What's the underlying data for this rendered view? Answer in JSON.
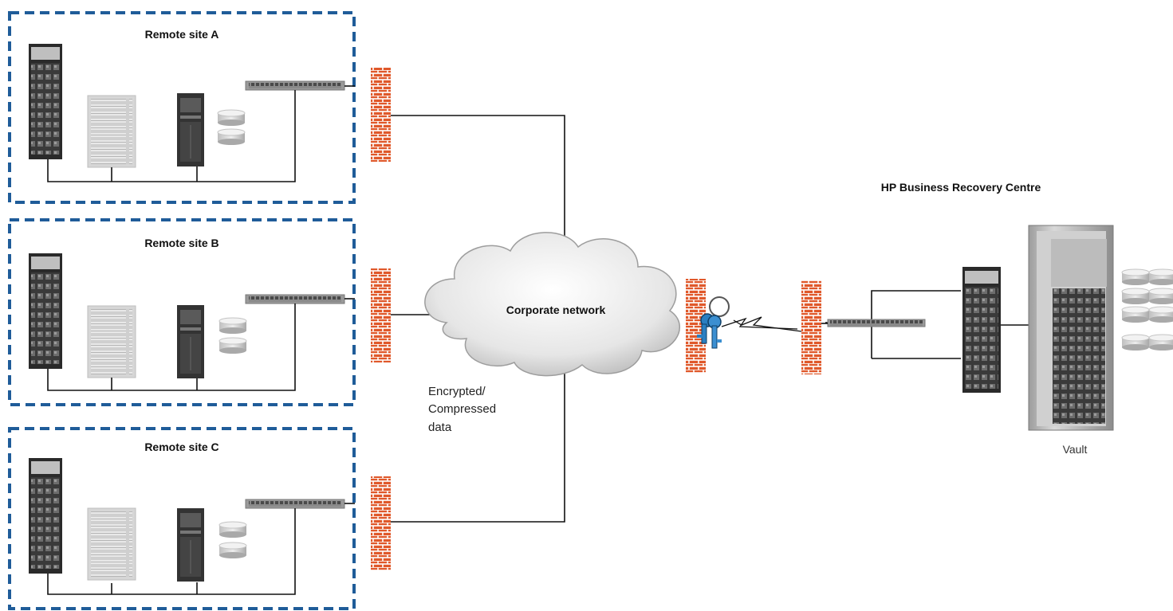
{
  "sites": [
    {
      "label": "Remote site A"
    },
    {
      "label": "Remote site B"
    },
    {
      "label": "Remote site C"
    }
  ],
  "network": {
    "label": "Corporate network"
  },
  "annotation": {
    "lines": [
      "Encrypted/",
      "Compressed",
      "data"
    ]
  },
  "recovery_centre": {
    "title": "HP Business Recovery Centre",
    "vault_label": "Vault"
  },
  "colors": {
    "site_border": "#1f5c99",
    "firewall": "#e0582a",
    "key": "#2a7fc1",
    "line": "#111111"
  },
  "icons": [
    "rack-server-icon",
    "storage-array-icon",
    "tower-server-icon",
    "disk-stack-icon",
    "network-switch-icon",
    "firewall-icon",
    "cloud-icon",
    "key-icon",
    "lightning-link-icon",
    "vault-cabinet-icon"
  ]
}
